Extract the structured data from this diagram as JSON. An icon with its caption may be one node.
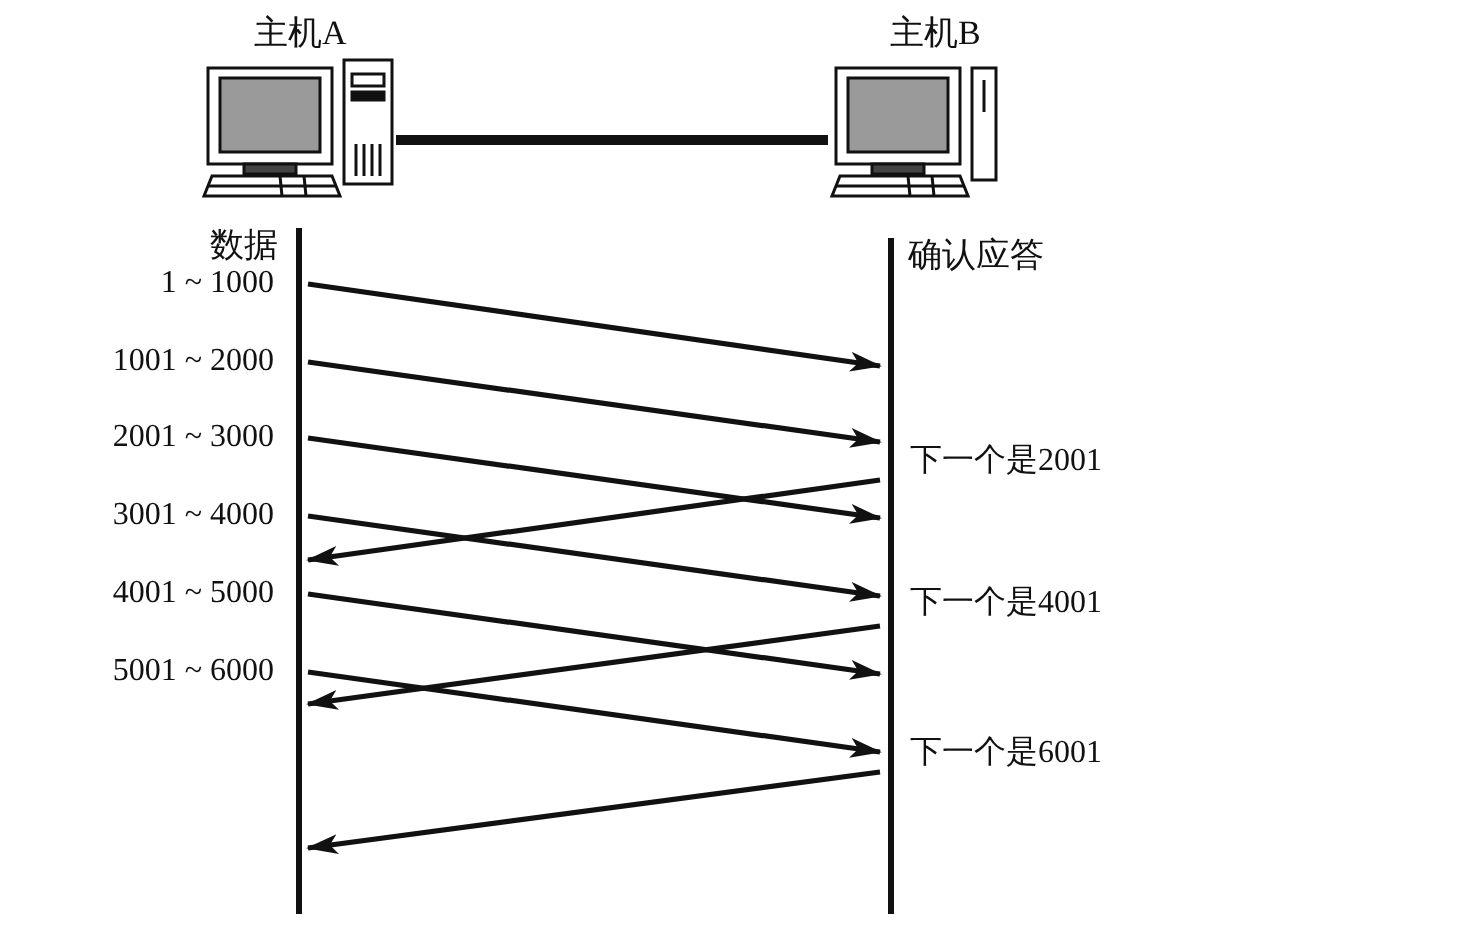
{
  "diagram": {
    "nodes": [
      {
        "text": [
          "主机A"
        ]
      },
      {
        "text": [
          "主机B"
        ]
      },
      {
        "text": [
          "数据"
        ]
      },
      {
        "text": [
          "确认应答"
        ]
      }
    ],
    "edges": [
      {
        "from": 0,
        "to": 1,
        "arrow": "none",
        "style": "thick"
      },
      {
        "from": 2,
        "to": 3,
        "arrow": "to",
        "label": "1 ~ 1000"
      },
      {
        "from": 2,
        "to": 3,
        "arrow": "to",
        "label": "1001 ~ 2000"
      },
      {
        "from": 2,
        "to": 3,
        "arrow": "to",
        "label": "2001 ~ 3000"
      },
      {
        "from": 3,
        "to": 2,
        "arrow": "to",
        "label": "下一个是2001"
      },
      {
        "from": 2,
        "to": 3,
        "arrow": "to",
        "label": "3001 ~ 4000"
      },
      {
        "from": 2,
        "to": 3,
        "arrow": "to",
        "label": "4001 ~ 5000"
      },
      {
        "from": 3,
        "to": 2,
        "arrow": "to",
        "label": "下一个是4001"
      },
      {
        "from": 2,
        "to": 3,
        "arrow": "to",
        "label": "5001 ~ 6000"
      },
      {
        "from": 3,
        "to": 2,
        "arrow": "to",
        "label": "下一个是6001"
      }
    ]
  }
}
